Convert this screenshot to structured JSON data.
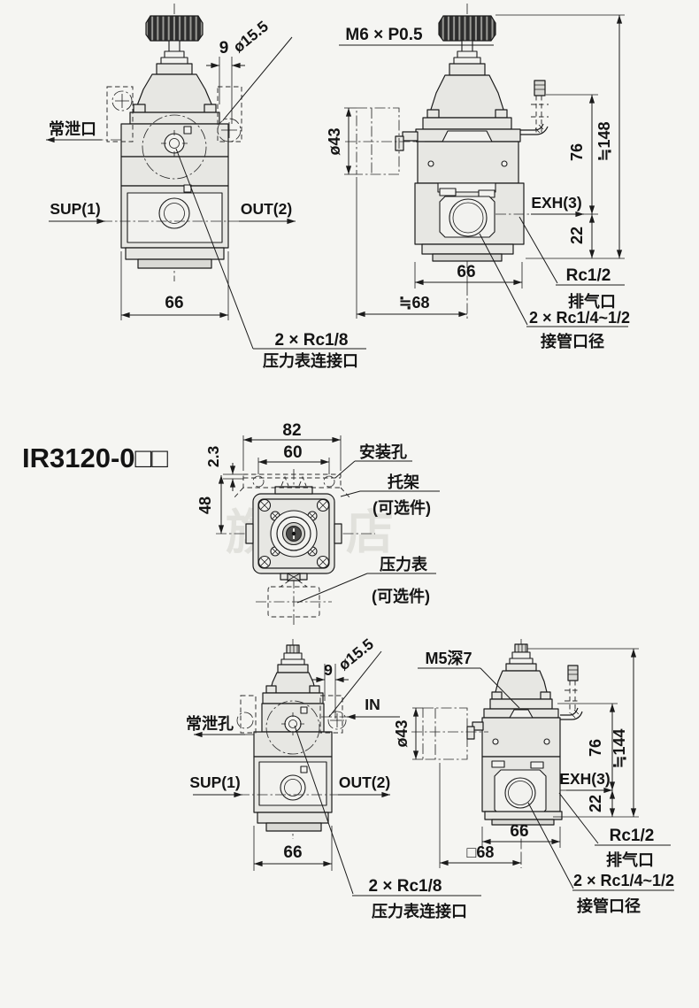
{
  "page": {
    "title": "IR3120-0□□",
    "watermark": "旗舰店"
  },
  "front_knob": {
    "drain": "常泄口",
    "sup": "SUP(1)",
    "out": "OUT(2)",
    "dim_9": "9",
    "dia_15_5": "ø15.5",
    "dim_66": "66",
    "gauge_tap_1": "2 × Rc1/8",
    "gauge_tap_2": "压力表连接口"
  },
  "side_knob": {
    "thread": "M6 × P0.5",
    "dia_43": "ø43",
    "dim_76": "76",
    "dim_height": "≒148",
    "dim_22": "22",
    "exh": "EXH(3)",
    "dim_66": "66",
    "dim_depth": "≒68",
    "exh_port_1": "Rc1/2",
    "exh_port_2": "排气口",
    "pipe_port_1": "2 × Rc1/4~1/2",
    "pipe_port_2": "接管口径"
  },
  "top_view": {
    "dim_82": "82",
    "dim_60": "60",
    "dim_2_3": "2.3",
    "dim_48": "48",
    "mount_hole": "安装孔",
    "bracket_1": "托架",
    "bracket_2": "(可选件)",
    "gauge_1": "压力表",
    "gauge_2": "(可选件)"
  },
  "front_basic": {
    "in": "IN",
    "drain": "常泄孔",
    "sup": "SUP(1)",
    "out": "OUT(2)",
    "dim_9": "9",
    "dia_15_5": "ø15.5",
    "dim_66": "66",
    "gauge_tap_1": "2 × Rc1/8",
    "gauge_tap_2": "压力表连接口"
  },
  "side_basic": {
    "thread": "M5深7",
    "dia_43": "ø43",
    "dim_76": "76",
    "dim_height": "≒144",
    "dim_22": "22",
    "exh": "EXH(3)",
    "dim_66": "66",
    "dim_depth": "□68",
    "exh_port_1": "Rc1/2",
    "exh_port_2": "排气口",
    "pipe_port_1": "2 × Rc1/4~1/2",
    "pipe_port_2": "接管口径"
  }
}
